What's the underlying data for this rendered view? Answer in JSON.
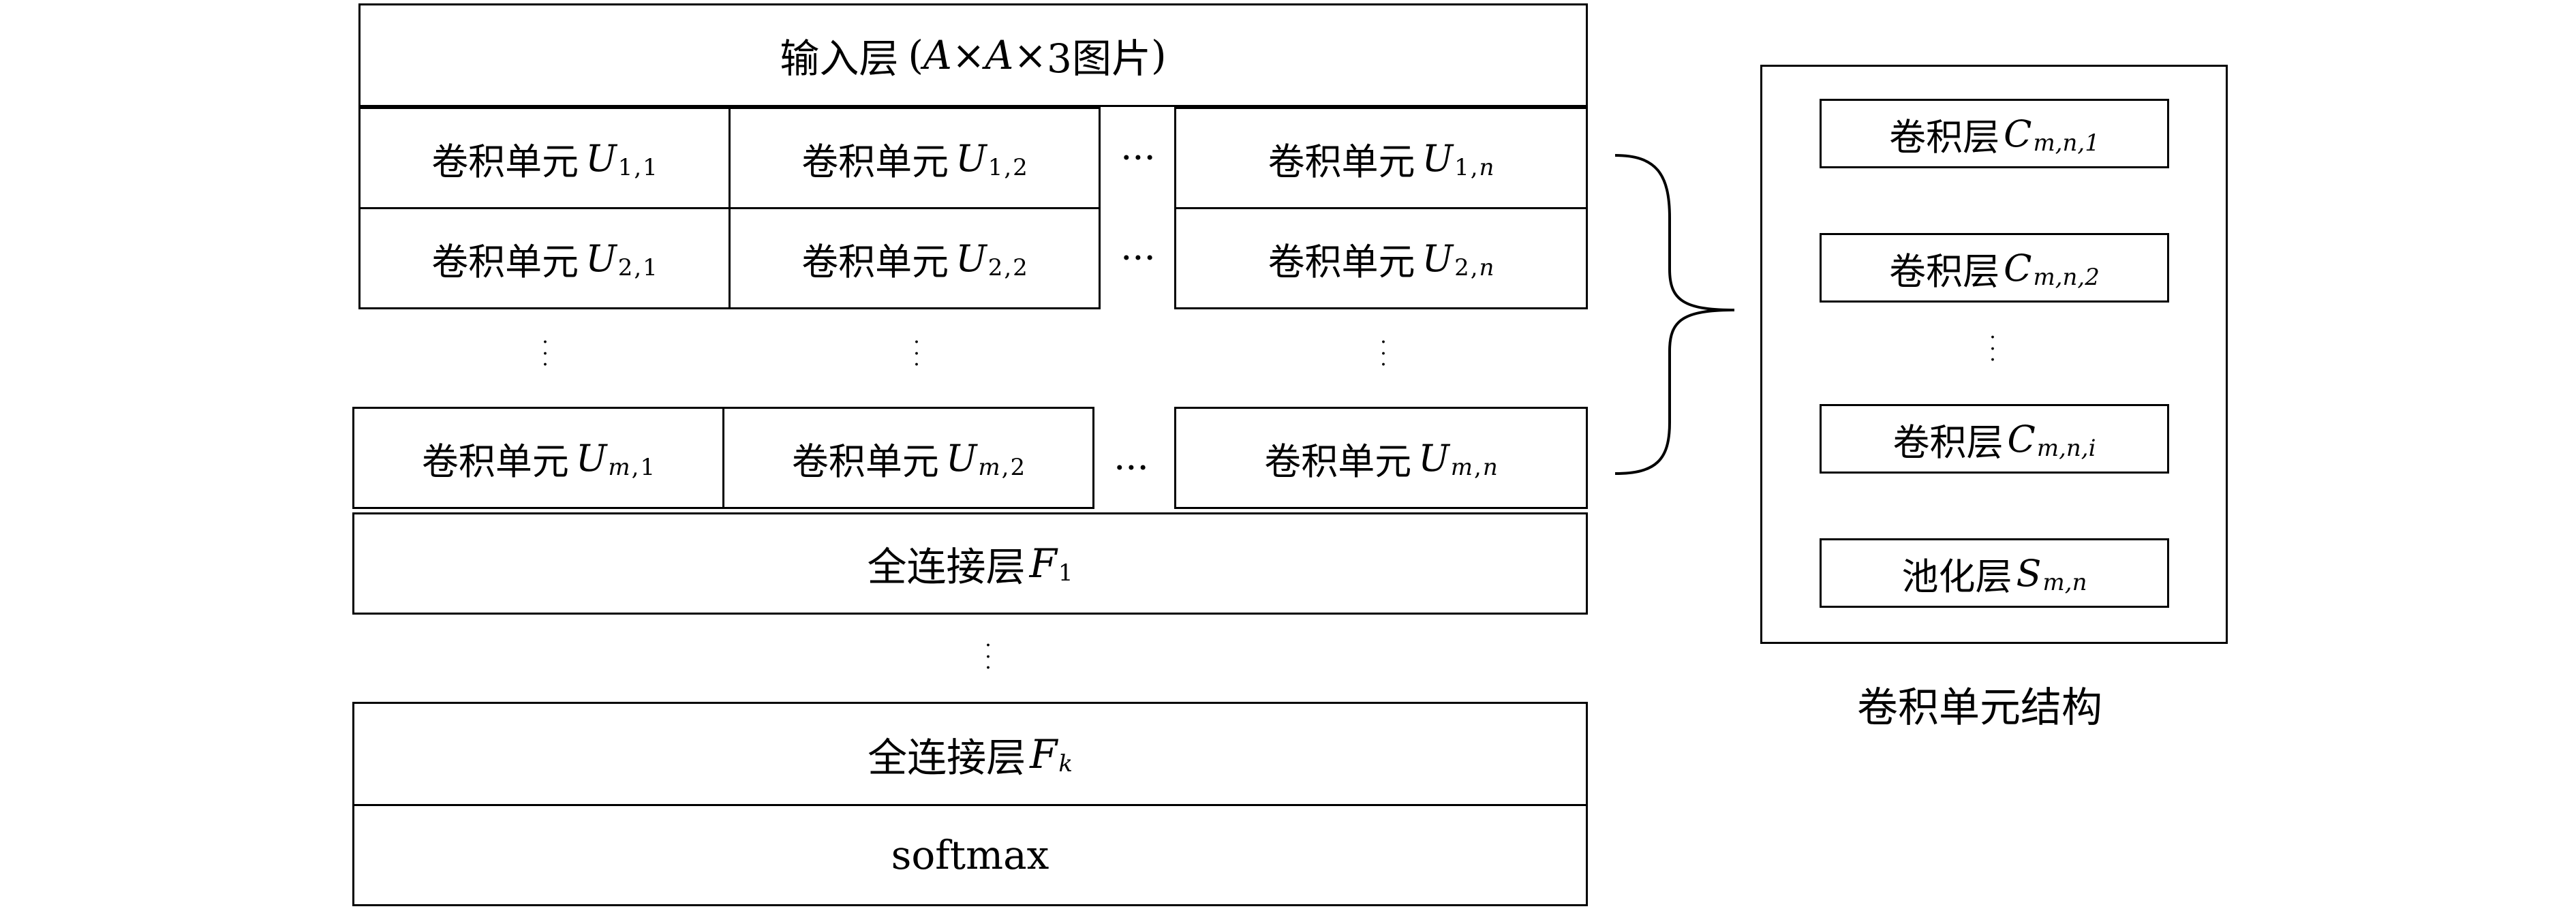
{
  "input_layer": {
    "label": "输入层",
    "paren_open": "(",
    "var_a": "A",
    "times": "×",
    "tail": "3图片",
    "paren_close": ")"
  },
  "conv_unit_label": "卷积单元",
  "conv_unit_var": "U",
  "units": [
    {
      "row": "1",
      "col": "1"
    },
    {
      "row": "1",
      "col": "2"
    },
    {
      "row": "1",
      "col": "n"
    },
    {
      "row": "2",
      "col": "1"
    },
    {
      "row": "2",
      "col": "2"
    },
    {
      "row": "2",
      "col": "n"
    },
    {
      "row": "m",
      "col": "1"
    },
    {
      "row": "m",
      "col": "2"
    },
    {
      "row": "m",
      "col": "n"
    }
  ],
  "ellipsis_h": "···",
  "ellipsis_v": "·\n·\n·",
  "fc_label": "全连接层",
  "fc_var": "F",
  "fc_first_sub": "1",
  "fc_last_sub": "k",
  "softmax": "softmax",
  "structure": {
    "conv_layer_label": "卷积层",
    "conv_var": "C",
    "conv_subs": [
      "m,n,1",
      "m,n,2",
      "m,n,i"
    ],
    "pool_label": "池化层",
    "pool_var": "S",
    "pool_sub": "m,n",
    "caption": "卷积单元结构"
  }
}
